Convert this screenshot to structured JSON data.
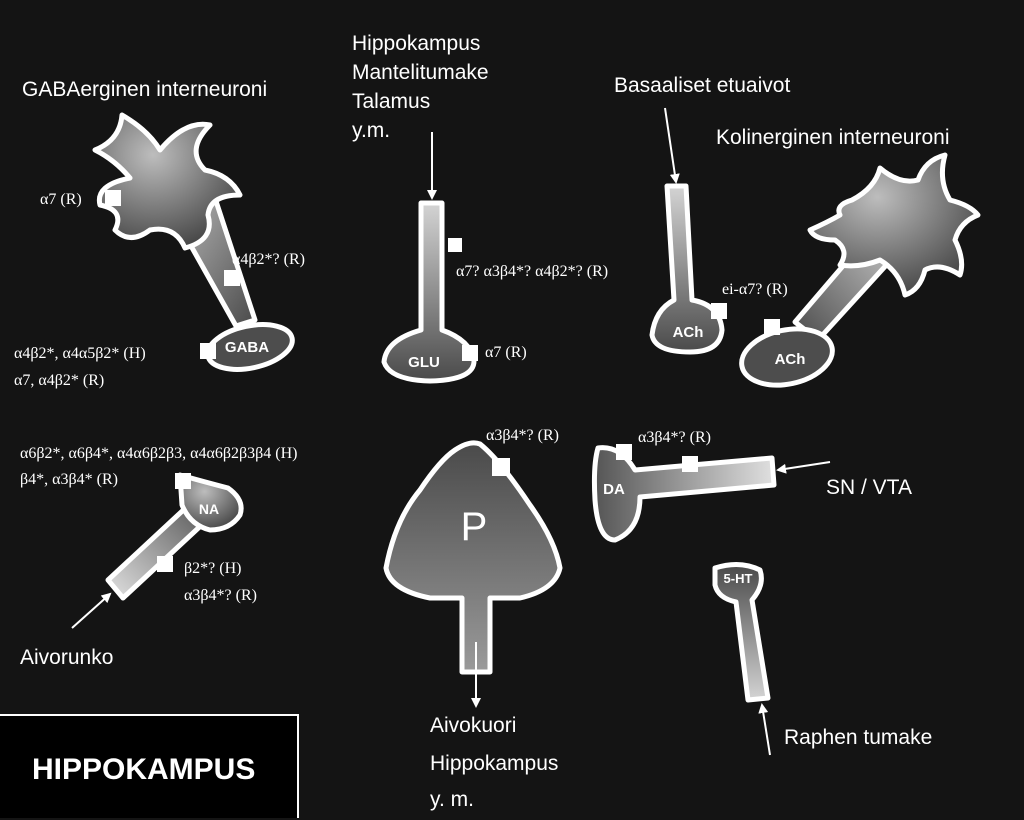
{
  "title": "HIPPOKAMPUS",
  "colors": {
    "background": "#141414",
    "outline": "#ffffff",
    "text": "#ffffff",
    "receptor": "#ffffff"
  },
  "neurons": {
    "gaba": {
      "header": "GABAerginen interneuroni",
      "soma_label": "GABA",
      "receptors": {
        "soma": "α7 (R)",
        "axon": "α4β2*? (R)",
        "terminal_line1": "α4β2*, α4α5β2* (H)",
        "terminal_line2": "α7, α4β2* (R)"
      }
    },
    "glu": {
      "source_lines": [
        "Hippokampus",
        "Mantelitumake",
        "Talamus",
        "y.m."
      ],
      "terminal_label": "GLU",
      "receptors": {
        "axon": "α7? α3β4*? α4β2*? (R)",
        "terminal": "α7 (R)"
      }
    },
    "ach_basal": {
      "source": "Basaaliset etuaivot",
      "terminal_label": "ACh",
      "receptor": "ei-α7? (R)"
    },
    "ach_inter": {
      "header": "Kolinerginen interneuroni",
      "terminal_label": "ACh"
    },
    "na": {
      "terminal_label": "NA",
      "source": "Aivorunko",
      "receptors": {
        "top_line1": "α6β2*, α6β4*, α4α6β2β3, α4α6β2β3β4 (H)",
        "top_line2": "β4*, α3β4* (R)",
        "axon_line1": "β2*? (H)",
        "axon_line2": "α3β4*? (R)"
      }
    },
    "pyramidal": {
      "label": "P",
      "receptor": "α3β4*? (R)",
      "target_lines": [
        "Aivokuori",
        "Hippokampus",
        "y. m."
      ]
    },
    "da": {
      "terminal_label": "DA",
      "receptor": "α3β4*? (R)",
      "source": "SN / VTA"
    },
    "ht": {
      "terminal_label": "5-HT",
      "source": "Raphen tumake"
    }
  }
}
